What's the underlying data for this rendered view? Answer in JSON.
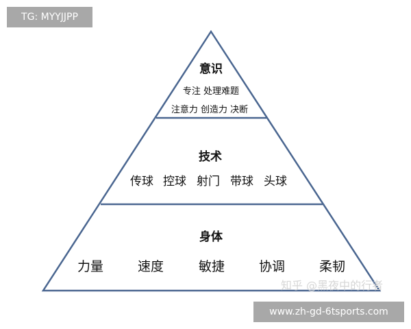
{
  "badges": {
    "top_left": "TG: MYYJJPP",
    "bottom_right": "www.zh-gd-6tsports.com"
  },
  "watermark": "知乎 @黑夜中的行者",
  "colors": {
    "outline": "#4a6690",
    "badge_bg": "#a8a8a8"
  },
  "pyramid": {
    "top": {
      "title": "意识",
      "line1": "专注 处理难题",
      "line2": "注意力 创造力 决断"
    },
    "middle": {
      "title": "技术",
      "items": [
        "传球",
        "控球",
        "射门",
        "带球",
        "头球"
      ]
    },
    "bottom": {
      "title": "身体",
      "items": [
        "力量",
        "速度",
        "敏捷",
        "协调",
        "柔韧"
      ]
    }
  }
}
